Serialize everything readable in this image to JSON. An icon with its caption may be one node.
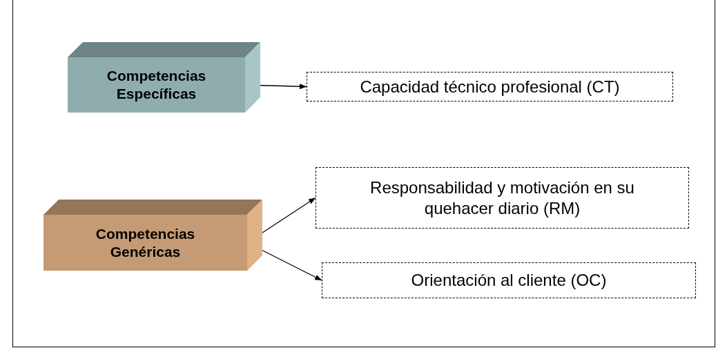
{
  "diagram": {
    "nodes": [
      {
        "text": [
          "Competencias Específicas"
        ]
      },
      {
        "text": [
          "Capacidad técnico profesional (CT)"
        ]
      },
      {
        "text": [
          "Competencias Genéricas"
        ]
      },
      {
        "text": [
          "Responsabilidad y motivación en su quehacer diario (RM)"
        ]
      },
      {
        "text": [
          "Orientación al cliente (OC)"
        ]
      }
    ],
    "edges": [
      {
        "from": 0,
        "to": 1,
        "arrow": "to"
      },
      {
        "from": 2,
        "to": 3,
        "arrow": "to"
      },
      {
        "from": 2,
        "to": 4,
        "arrow": "to"
      }
    ]
  }
}
